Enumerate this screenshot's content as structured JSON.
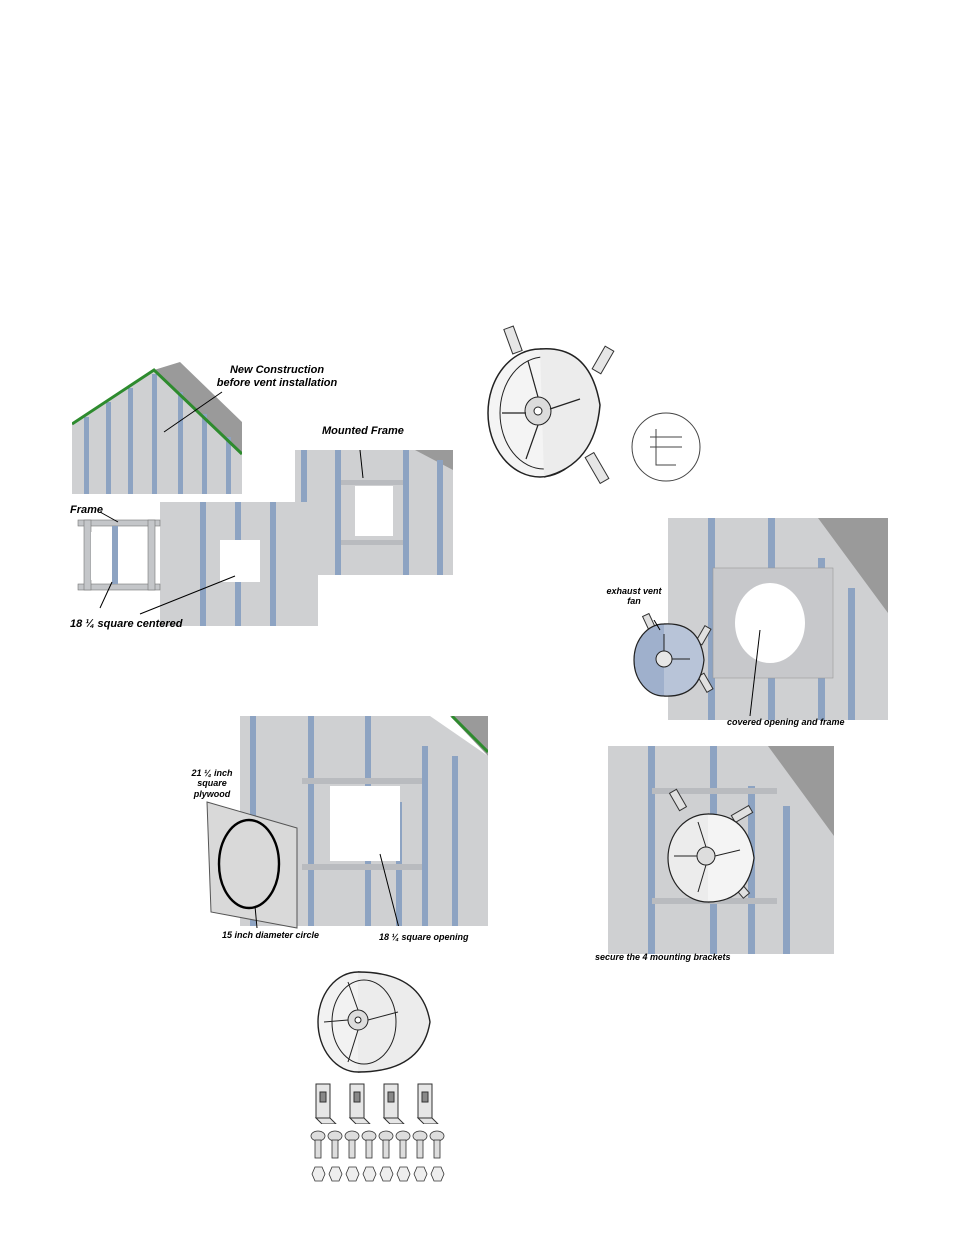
{
  "labels": {
    "new_construction_1": "New Construction",
    "new_construction_2": "before vent installation",
    "mounted_frame": "Mounted Frame",
    "frame": "Frame",
    "square_centered": "18 ¼ square centered",
    "exhaust_1": "exhaust vent",
    "exhaust_2": "fan",
    "covered_opening": "covered opening and frame",
    "plywood_1": "21 ¼ inch",
    "plywood_2": "square",
    "plywood_3": "plywood",
    "circle_15": "15 inch diameter circle",
    "square_opening": "18 ¼ square opening",
    "secure_brackets": "secure the 4 mounting brackets"
  },
  "colors": {
    "wall": "#cfd0d2",
    "stud": "#8da3c2",
    "roof": "#9a9a9a",
    "ridge": "#2e8b2e",
    "opening": "#ffffff"
  },
  "icons": [
    "vent-fan-icon",
    "mounting-bracket-icon",
    "screw-icon",
    "hex-nut-icon"
  ]
}
